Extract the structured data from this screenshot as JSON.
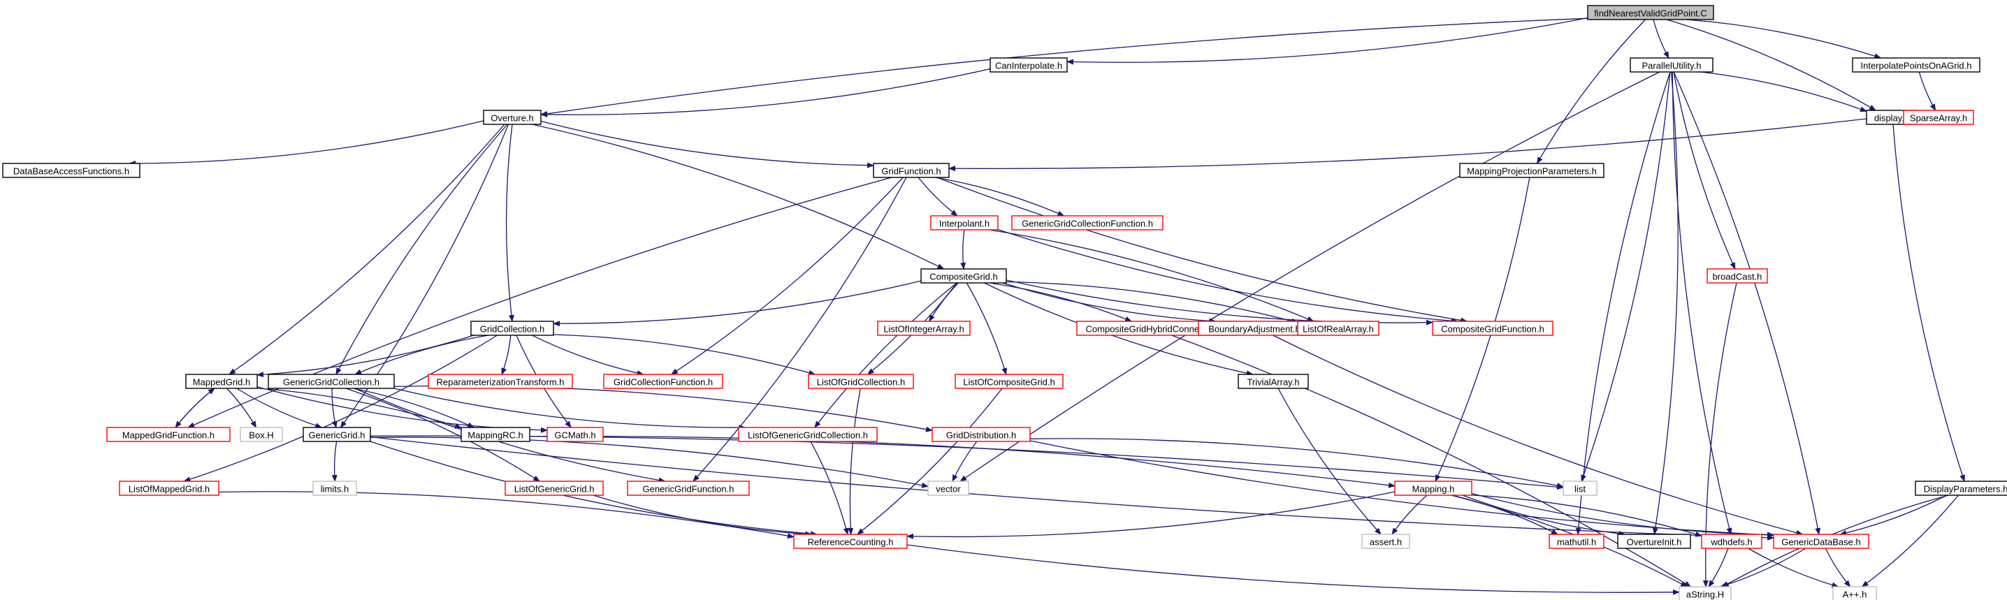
{
  "diagram": {
    "title": "",
    "colors": {
      "edge": "#191970",
      "root_fill": "#bfbfbf",
      "normal_border": "#000000",
      "truncated_border": "#ff0000",
      "external_border": "#bfbfbf",
      "external_text": "#000000"
    },
    "nodes": [
      {
        "id": "root",
        "label": "findNearestValidGridPoint.C",
        "kind": "root"
      },
      {
        "id": "caninterp",
        "label": "CanInterpolate.h",
        "kind": "normal"
      },
      {
        "id": "parutil",
        "label": "ParallelUtility.h",
        "kind": "normal"
      },
      {
        "id": "interpagrid",
        "label": "InterpolatePointsOnAGrid.h",
        "kind": "normal"
      },
      {
        "id": "overture",
        "label": "Overture.h",
        "kind": "normal"
      },
      {
        "id": "display",
        "label": "display.h",
        "kind": "normal"
      },
      {
        "id": "sparse",
        "label": "SparseArray.h",
        "kind": "truncated"
      },
      {
        "id": "dbaccess",
        "label": "DataBaseAccessFunctions.h",
        "kind": "normal"
      },
      {
        "id": "gridfunc",
        "label": "GridFunction.h",
        "kind": "normal"
      },
      {
        "id": "mappingproj",
        "label": "MappingProjectionParameters.h",
        "kind": "normal"
      },
      {
        "id": "interpolant",
        "label": "Interpolant.h",
        "kind": "truncated"
      },
      {
        "id": "ggcf",
        "label": "GenericGridCollectionFunction.h",
        "kind": "truncated"
      },
      {
        "id": "broadcast",
        "label": "broadCast.h",
        "kind": "truncated"
      },
      {
        "id": "compgrid",
        "label": "CompositeGrid.h",
        "kind": "normal"
      },
      {
        "id": "gridcoll",
        "label": "GridCollection.h",
        "kind": "normal"
      },
      {
        "id": "listintarr",
        "label": "ListOfIntegerArray.h",
        "kind": "truncated"
      },
      {
        "id": "cghybrid",
        "label": "CompositeGridHybridConnectivity.h",
        "kind": "truncated"
      },
      {
        "id": "boundadj",
        "label": "BoundaryAdjustment.h",
        "kind": "truncated"
      },
      {
        "id": "listrealarr",
        "label": "ListOfRealArray.h",
        "kind": "truncated"
      },
      {
        "id": "compgridfunc",
        "label": "CompositeGridFunction.h",
        "kind": "truncated"
      },
      {
        "id": "mappedgrid",
        "label": "MappedGrid.h",
        "kind": "normal"
      },
      {
        "id": "ggc",
        "label": "GenericGridCollection.h",
        "kind": "normal"
      },
      {
        "id": "reparam",
        "label": "ReparameterizationTransform.h",
        "kind": "truncated"
      },
      {
        "id": "gcfunc",
        "label": "GridCollectionFunction.h",
        "kind": "truncated"
      },
      {
        "id": "listgridcoll",
        "label": "ListOfGridCollection.h",
        "kind": "truncated"
      },
      {
        "id": "listcompgrid",
        "label": "ListOfCompositeGrid.h",
        "kind": "truncated"
      },
      {
        "id": "trivialarr",
        "label": "TrivialArray.h",
        "kind": "normal"
      },
      {
        "id": "mgf",
        "label": "MappedGridFunction.h",
        "kind": "truncated"
      },
      {
        "id": "boxh",
        "label": "Box.H",
        "kind": "external"
      },
      {
        "id": "genericgrid",
        "label": "GenericGrid.h",
        "kind": "normal"
      },
      {
        "id": "mappingrc",
        "label": "MappingRC.h",
        "kind": "normal"
      },
      {
        "id": "gcmath",
        "label": "GCMath.h",
        "kind": "truncated"
      },
      {
        "id": "listggc",
        "label": "ListOfGenericGridCollection.h",
        "kind": "truncated"
      },
      {
        "id": "griddist",
        "label": "GridDistribution.h",
        "kind": "truncated"
      },
      {
        "id": "limits",
        "label": "limits.h",
        "kind": "external"
      },
      {
        "id": "listmg",
        "label": "ListOfMappedGrid.h",
        "kind": "truncated"
      },
      {
        "id": "listgg",
        "label": "ListOfGenericGrid.h",
        "kind": "truncated"
      },
      {
        "id": "ggf",
        "label": "GenericGridFunction.h",
        "kind": "truncated"
      },
      {
        "id": "vector",
        "label": "vector",
        "kind": "external"
      },
      {
        "id": "list",
        "label": "list",
        "kind": "external"
      },
      {
        "id": "mapping",
        "label": "Mapping.h",
        "kind": "truncated"
      },
      {
        "id": "refcount",
        "label": "ReferenceCounting.h",
        "kind": "truncated"
      },
      {
        "id": "assert",
        "label": "assert.h",
        "kind": "external"
      },
      {
        "id": "mathutil",
        "label": "mathutil.h",
        "kind": "truncated"
      },
      {
        "id": "ovinit",
        "label": "OvertureInit.h",
        "kind": "normal"
      },
      {
        "id": "wdhdefs",
        "label": "wdhdefs.h",
        "kind": "truncated"
      },
      {
        "id": "gdb",
        "label": "GenericDataBase.h",
        "kind": "truncated"
      },
      {
        "id": "dispparams",
        "label": "DisplayParameters.h",
        "kind": "normal"
      },
      {
        "id": "astring",
        "label": "aString.H",
        "kind": "external"
      },
      {
        "id": "app",
        "label": "A++.h",
        "kind": "external"
      }
    ],
    "edges": [
      [
        "root",
        "caninterp"
      ],
      [
        "root",
        "parutil"
      ],
      [
        "root",
        "interpagrid"
      ],
      [
        "root",
        "overture"
      ],
      [
        "root",
        "display"
      ],
      [
        "root",
        "mappingproj"
      ],
      [
        "caninterp",
        "overture"
      ],
      [
        "interpagrid",
        "sparse"
      ],
      [
        "parutil",
        "display"
      ],
      [
        "parutil",
        "vector"
      ],
      [
        "parutil",
        "list"
      ],
      [
        "parutil",
        "mathutil"
      ],
      [
        "parutil",
        "ovinit"
      ],
      [
        "parutil",
        "wdhdefs"
      ],
      [
        "parutil",
        "gdb"
      ],
      [
        "parutil",
        "broadcast"
      ],
      [
        "display",
        "gridfunc"
      ],
      [
        "display",
        "dispparams"
      ],
      [
        "overture",
        "dbaccess"
      ],
      [
        "overture",
        "gridfunc"
      ],
      [
        "overture",
        "compgrid"
      ],
      [
        "overture",
        "gridcoll"
      ],
      [
        "overture",
        "mappedgrid"
      ],
      [
        "overture",
        "ggc"
      ],
      [
        "overture",
        "genericgrid"
      ],
      [
        "gridfunc",
        "interpolant"
      ],
      [
        "gridfunc",
        "ggcf"
      ],
      [
        "gridfunc",
        "compgridfunc"
      ],
      [
        "gridfunc",
        "gcfunc"
      ],
      [
        "gridfunc",
        "mgf"
      ],
      [
        "gridfunc",
        "ggf"
      ],
      [
        "interpolant",
        "compgrid"
      ],
      [
        "interpolant",
        "listrealarr"
      ],
      [
        "interpolant",
        "compgridfunc"
      ],
      [
        "mappingproj",
        "mapping"
      ],
      [
        "broadcast",
        "astring"
      ],
      [
        "compgrid",
        "gridcoll"
      ],
      [
        "compgrid",
        "listintarr"
      ],
      [
        "compgrid",
        "cghybrid"
      ],
      [
        "compgrid",
        "boundadj"
      ],
      [
        "compgrid",
        "listrealarr"
      ],
      [
        "compgrid",
        "compgridfunc"
      ],
      [
        "compgrid",
        "listcompgrid"
      ],
      [
        "compgrid",
        "trivialarr"
      ],
      [
        "compgrid",
        "listgridcoll"
      ],
      [
        "compgrid",
        "listggc"
      ],
      [
        "cghybrid",
        "astring"
      ],
      [
        "boundadj",
        "gdb"
      ],
      [
        "gridcoll",
        "mappedgrid"
      ],
      [
        "gridcoll",
        "ggc"
      ],
      [
        "gridcoll",
        "reparam"
      ],
      [
        "gridcoll",
        "gcfunc"
      ],
      [
        "gridcoll",
        "listgridcoll"
      ],
      [
        "gridcoll",
        "gcmath"
      ],
      [
        "gridcoll",
        "listmg"
      ],
      [
        "mappedgrid",
        "mgf"
      ],
      [
        "mappedgrid",
        "boxh"
      ],
      [
        "mappedgrid",
        "genericgrid"
      ],
      [
        "mappedgrid",
        "mappingrc"
      ],
      [
        "mappedgrid",
        "gcmath"
      ],
      [
        "mgf",
        "mappedgrid"
      ],
      [
        "ggc",
        "genericgrid"
      ],
      [
        "ggc",
        "listgg"
      ],
      [
        "ggc",
        "listggc"
      ],
      [
        "ggc",
        "griddist"
      ],
      [
        "ggc",
        "ggf"
      ],
      [
        "ggc",
        "mappingrc"
      ],
      [
        "genericgrid",
        "limits"
      ],
      [
        "genericgrid",
        "vector"
      ],
      [
        "genericgrid",
        "refcount"
      ],
      [
        "genericgrid",
        "list"
      ],
      [
        "genericgrid",
        "gdb"
      ],
      [
        "mappingrc",
        "mapping"
      ],
      [
        "griddist",
        "vector"
      ],
      [
        "griddist",
        "list"
      ],
      [
        "griddist",
        "gdb"
      ],
      [
        "listmg",
        "refcount"
      ],
      [
        "listgg",
        "refcount"
      ],
      [
        "listggc",
        "refcount"
      ],
      [
        "listgridcoll",
        "refcount"
      ],
      [
        "listcompgrid",
        "refcount"
      ],
      [
        "trivialarr",
        "assert"
      ],
      [
        "mapping",
        "refcount"
      ],
      [
        "mapping",
        "assert"
      ],
      [
        "mapping",
        "mathutil"
      ],
      [
        "mapping",
        "ovinit"
      ],
      [
        "mapping",
        "wdhdefs"
      ],
      [
        "mapping",
        "gdb"
      ],
      [
        "mapping",
        "astring"
      ],
      [
        "refcount",
        "astring"
      ],
      [
        "wdhdefs",
        "astring"
      ],
      [
        "wdhdefs",
        "app"
      ],
      [
        "gdb",
        "astring"
      ],
      [
        "gdb",
        "app"
      ],
      [
        "dispparams",
        "gdb"
      ],
      [
        "dispparams",
        "astring"
      ],
      [
        "dispparams",
        "app"
      ]
    ]
  }
}
